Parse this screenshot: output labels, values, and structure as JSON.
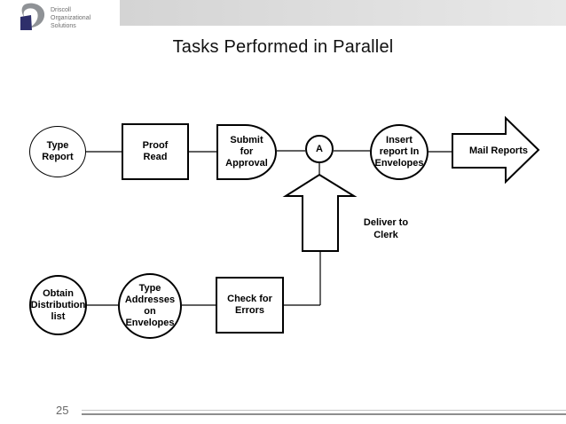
{
  "slide": {
    "title": "Tasks Performed in Parallel",
    "page_number": "25"
  },
  "header": {
    "logo_text": [
      "Driscoll",
      "Organizational",
      "Solutions"
    ]
  },
  "flowchart": {
    "nodes": {
      "type_report": "Type\nReport",
      "proof_read": "Proof\nRead",
      "submit_for_approval": "Submit\nfor\nApproval",
      "connector_a": "A",
      "insert_report_in_envelopes": "Insert\nreport In\nEnvelopes",
      "mail_reports": "Mail Reports",
      "obtain_distribution_list": "Obtain\nDistribution\nlist",
      "type_addresses_on_envelopes": "Type\nAddresses\non\nEnvelopes",
      "check_for_errors": "Check for\nErrors",
      "deliver_to_clerk": "Deliver to\nClerk"
    }
  },
  "colors": {
    "shape_border": "#000000",
    "header_bar": "#d6d6d6",
    "logo_navy": "#2e2f6b",
    "logo_gray": "#8f9296",
    "footer_line_dark": "#8d8d8d",
    "footer_line_light": "#c4c4c4",
    "muted_text": "#696969"
  }
}
